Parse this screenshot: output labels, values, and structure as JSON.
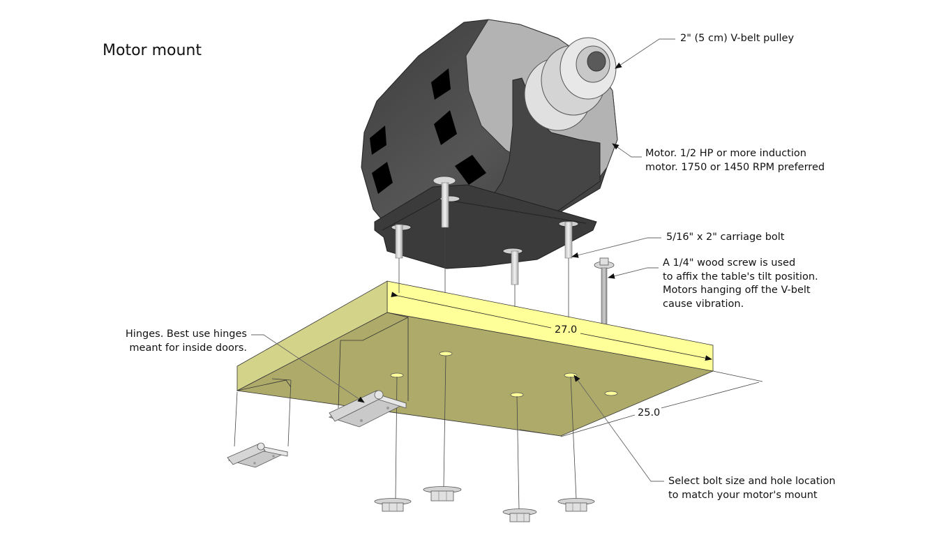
{
  "title": "Motor mount",
  "annotations": {
    "pulley": [
      "2\" (5 cm) V-belt pulley"
    ],
    "motor": [
      "Motor.  1/2 HP or more induction",
      "motor.  1750 or 1450 RPM preferred"
    ],
    "carriage_bolt": [
      "5/16\" x 2\" carriage bolt"
    ],
    "wood_screw": [
      "A 1/4\" wood screw is used",
      "to affix the table's tilt position.",
      "Motors hanging off the V-belt",
      "cause vibration."
    ],
    "hinges": [
      "Hinges.  Best use hinges",
      "meant for inside doors."
    ],
    "bolt_holes": [
      "Select bolt size and hole location",
      "to match your motor's mount"
    ]
  },
  "dimensions": {
    "length": "27.0",
    "width": "25.0"
  },
  "colors": {
    "board_top": "#ffff99",
    "board_side": "#d3d38a",
    "board_bottom": "#aeaa6a",
    "motor_body": "#4a4a4a",
    "motor_dark": "#333333",
    "motor_face": "#b0b0b0",
    "vent": "#000000",
    "metal": "#d8d8d8",
    "leader": "#555555"
  }
}
